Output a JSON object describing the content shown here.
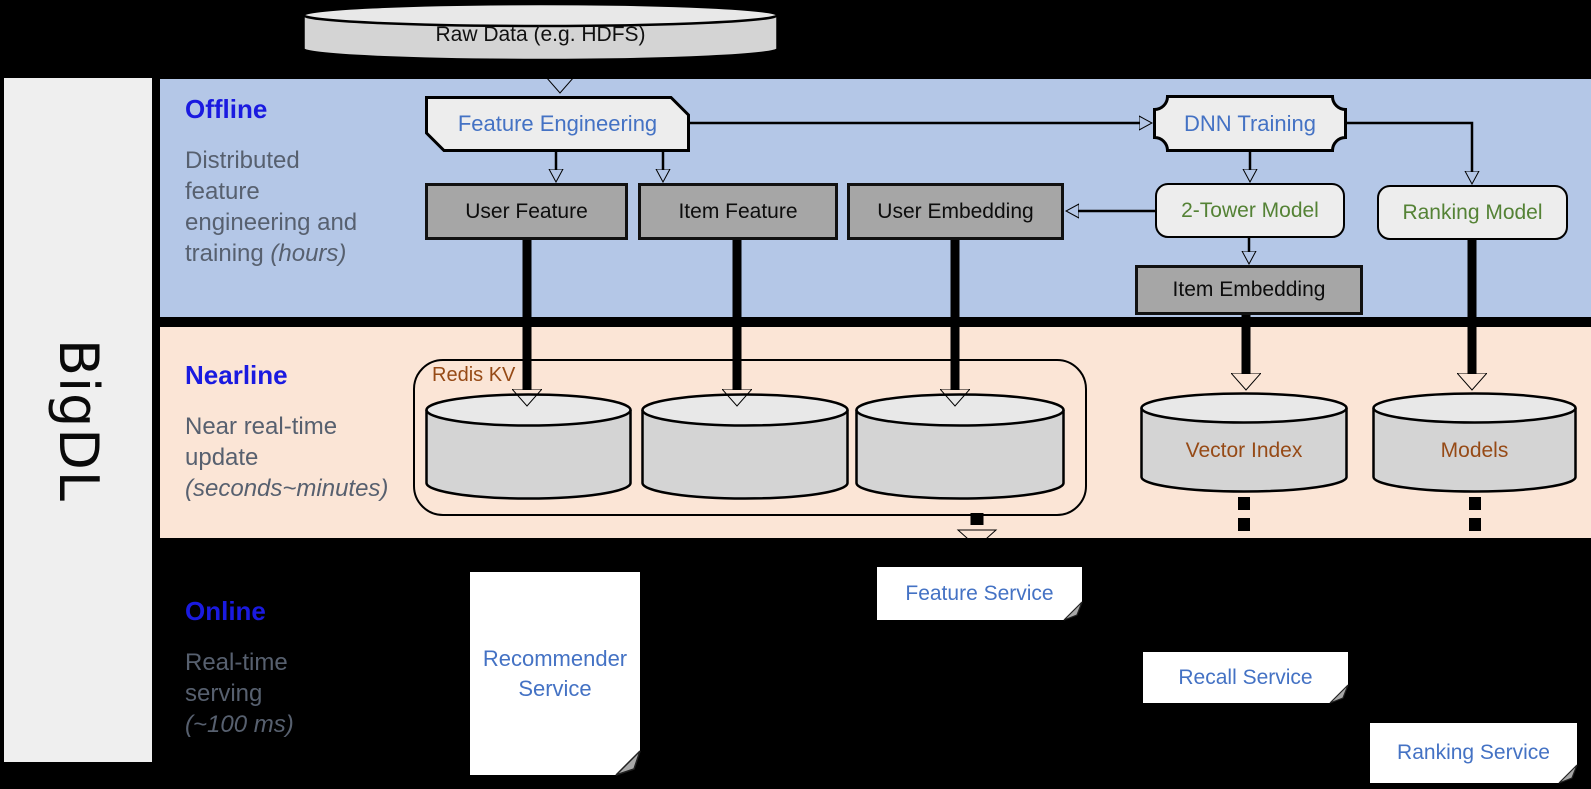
{
  "brand": {
    "name": "BigDL"
  },
  "raw_data": {
    "label": "Raw Data (e.g. HDFS)"
  },
  "offline": {
    "title": "Offline",
    "desc_lines": [
      "Distributed",
      "feature",
      "engineering and",
      "training"
    ],
    "desc_italic": "(hours)",
    "nodes": {
      "feature_engineering": "Feature Engineering",
      "dnn_training": "DNN Training",
      "user_feature": "User Feature",
      "item_feature": "Item Feature",
      "user_embedding": "User Embedding",
      "two_tower_model": "2-Tower Model",
      "ranking_model": "Ranking Model",
      "item_embedding": "Item Embedding"
    }
  },
  "nearline": {
    "title": "Nearline",
    "desc_lines": [
      "Near real-time",
      "update"
    ],
    "desc_italic": "(seconds~minutes)",
    "nodes": {
      "redis_kv": "Redis KV",
      "vector_index": "Vector Index",
      "models": "Models"
    }
  },
  "online": {
    "title": "Online",
    "desc_lines": [
      "Real-time",
      "serving"
    ],
    "desc_italic": "(~100 ms)",
    "nodes": {
      "recommender_service": "Recommender Service",
      "feature_service": "Feature Service",
      "recall_service": "Recall Service",
      "ranking_service": "Ranking Service"
    }
  },
  "colors": {
    "background": "#000000",
    "sidebar": "#efefef",
    "offline_band": "#b4c7e7",
    "nearline_band": "#fbe5d6",
    "title_blue": "#1a1ae0",
    "desc_gray": "#57606f",
    "node_text_blue": "#4472c4",
    "node_text_green": "#548235",
    "node_text_brown": "#964a16",
    "gray_node_fill": "#a6a6a6",
    "light_node_fill": "#ededed",
    "cylinder_fill": "#d4d4d4",
    "cylinder_top_fill": "#e8e8e8",
    "service_fill": "#ffffff"
  }
}
